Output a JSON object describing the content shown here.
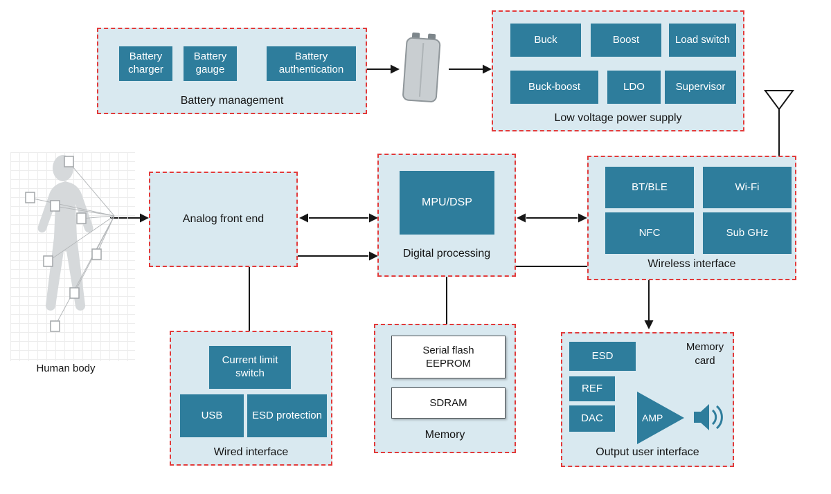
{
  "colors": {
    "group_bg": "#d9e9f0",
    "block_teal": "#2e7d9c",
    "dashed_border_red": "#e23a3a",
    "arrow_black": "#161616"
  },
  "battery_management": {
    "label": "Battery management",
    "blocks": [
      {
        "label": "Battery charger"
      },
      {
        "label": "Battery gauge"
      },
      {
        "label": "Battery authentication"
      }
    ]
  },
  "low_voltage_power_supply": {
    "label": "Low voltage power supply",
    "row1": [
      {
        "label": "Buck"
      },
      {
        "label": "Boost"
      },
      {
        "label": "Load switch"
      }
    ],
    "row2": [
      {
        "label": "Buck-boost"
      },
      {
        "label": "LDO"
      },
      {
        "label": "Supervisor"
      }
    ]
  },
  "human_body": {
    "label": "Human body"
  },
  "analog_front_end": {
    "label": "Analog front end"
  },
  "digital_processing": {
    "label": "Digital processing",
    "blocks": [
      {
        "label": "MPU/DSP"
      }
    ]
  },
  "wireless_interface": {
    "label": "Wireless interface",
    "blocks": [
      {
        "label": "BT/BLE"
      },
      {
        "label": "Wi-Fi"
      },
      {
        "label": "NFC"
      },
      {
        "label": "Sub GHz"
      }
    ]
  },
  "wired_interface": {
    "label": "Wired interface",
    "blocks": [
      {
        "label": "Current limit switch"
      },
      {
        "label": "USB"
      },
      {
        "label": "ESD protection"
      }
    ]
  },
  "memory": {
    "label": "Memory",
    "blocks": [
      {
        "label": "Serial flash\nEEPROM"
      },
      {
        "label": "SDRAM"
      }
    ]
  },
  "output_user_interface": {
    "label": "Output user interface",
    "blocks": [
      {
        "label": "ESD"
      },
      {
        "label": "REF"
      },
      {
        "label": "DAC"
      },
      {
        "label": "AMP"
      }
    ],
    "memory_card": "Memory\ncard"
  },
  "icons": {
    "battery": "battery-icon",
    "antenna": "antenna-icon",
    "speaker": "speaker-icon",
    "human_figure": "human-body-figure"
  }
}
